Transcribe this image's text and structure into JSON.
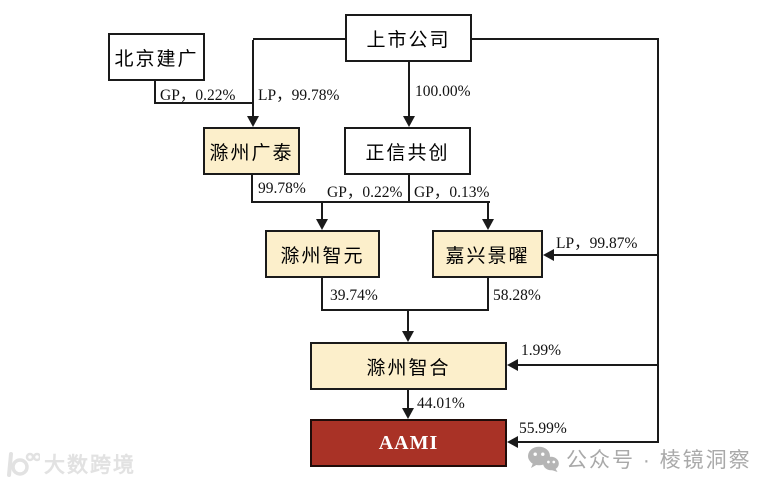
{
  "diagram": {
    "type": "ownership-structure-flowchart",
    "nodes": [
      {
        "id": "beijing-jianguang",
        "label": "北京建广",
        "style": "white"
      },
      {
        "id": "listed-company",
        "label": "上市公司",
        "style": "white"
      },
      {
        "id": "chuzhou-guangtai",
        "label": "滁州广泰",
        "style": "tan"
      },
      {
        "id": "zhengxin-gongchuang",
        "label": "正信共创",
        "style": "white"
      },
      {
        "id": "chuzhou-zhiyuan",
        "label": "滁州智元",
        "style": "tan"
      },
      {
        "id": "jiaxing-jingyao",
        "label": "嘉兴景曜",
        "style": "tan"
      },
      {
        "id": "chuzhou-zhihe",
        "label": "滁州智合",
        "style": "tan"
      },
      {
        "id": "aami",
        "label": "AAMI",
        "style": "red"
      }
    ],
    "edge_labels": [
      {
        "from": "北京建广",
        "to": "滁州广泰",
        "label": "GP，0.22%"
      },
      {
        "from": "上市公司",
        "to": "滁州广泰",
        "label": "LP，99.78%"
      },
      {
        "from": "上市公司",
        "to": "正信共创",
        "label": "100.00%"
      },
      {
        "from": "滁州广泰",
        "to": "滁州智元",
        "label": "99.78%"
      },
      {
        "from": "正信共创",
        "to": "滁州智元",
        "label": "GP，0.22%"
      },
      {
        "from": "正信共创",
        "to": "嘉兴景曜",
        "label": "GP，0.13%"
      },
      {
        "from": "上市公司",
        "to": "嘉兴景曜",
        "label": "LP，99.87%"
      },
      {
        "from": "滁州智元",
        "to": "滁州智合",
        "label": "39.74%"
      },
      {
        "from": "嘉兴景曜",
        "to": "滁州智合",
        "label": "58.28%"
      },
      {
        "from": "上市公司",
        "to": "滁州智合",
        "label": "1.99%"
      },
      {
        "from": "滁州智合",
        "to": "AAMI",
        "label": "44.01%"
      },
      {
        "from": "上市公司",
        "to": "AAMI",
        "label": "55.99%"
      }
    ],
    "colors": {
      "box_fill_tan": "#fcefcb",
      "box_fill_white": "#ffffff",
      "box_fill_red": "#a93226",
      "line": "#1a1a1a",
      "watermark_left": "#e2e2e2",
      "watermark_right": "#a9a9a9"
    }
  },
  "watermarks": {
    "bottom_left": "大数跨境",
    "bottom_right": "公众号 · 棱镜洞察"
  }
}
